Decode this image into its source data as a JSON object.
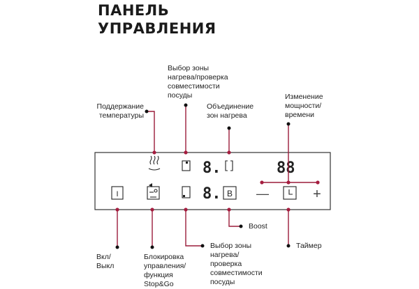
{
  "title": [
    "ПАНЕЛЬ",
    "УПРАВЛЕНИЯ"
  ],
  "labels": {
    "zone_select_top": [
      "Выбор зоны",
      "нагрева/проверка",
      "совместимости",
      "посуды"
    ],
    "keep_warm": [
      "Поддержание",
      "температуры"
    ],
    "zone_combine": [
      "Объединение",
      "зон нагрева"
    ],
    "power_time": [
      "Изменение",
      "мощности/",
      "времени"
    ],
    "boost": [
      "Boost"
    ],
    "timer": [
      "Таймер"
    ],
    "on_off": [
      "Вкл/",
      "Выкл"
    ],
    "lock": [
      "Блокировка",
      "управления/",
      "функция",
      "Stop&Go"
    ],
    "zone_select_bottom": [
      "Выбор зоны",
      "нагрева/",
      "проверка",
      "совместимости",
      "посуды"
    ]
  },
  "panel": {
    "display_top": "8.",
    "display_bottom": "8.",
    "display_timer": "88",
    "boost_key": "B",
    "on_key": "I",
    "minus": "—",
    "plus": "+"
  },
  "colors": {
    "accent": "#a51d3f",
    "line": "#9b1c3a",
    "text": "#222222"
  }
}
